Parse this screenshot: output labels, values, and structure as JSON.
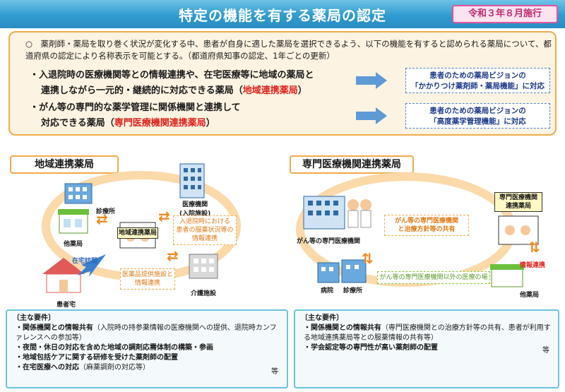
{
  "header": {
    "title": "特定の機能を有する薬局の認定",
    "date_badge": "令和３年８月施行"
  },
  "intro": {
    "text": "○　薬剤師・薬局を取り巻く状況が変化する中、患者が自身に適した薬局を選択できるよう、以下の機能を有すると認められる薬局について、都道府県の認定により名称表示を可能とする。（都道府県知事の認定、1年ごとの更新）",
    "function1_line1": "・入退院時の医療機関等との情報連携や、在宅医療等に地域の薬局と",
    "function1_line2": "連携しながら一元的・継続的に対応できる薬局（",
    "function1_name": "地域連携薬局",
    "function1_close": "）",
    "function2_line1": "・がん等の専門的な薬学管理に関係機関と連携して",
    "function2_line2": "対応できる薬局（",
    "function2_name": "専門医療機関連携薬局",
    "function2_close": "）",
    "vision1_line1": "患者のための薬局ビジョンの",
    "vision1_line2": "「かかりつけ薬剤師・薬局機能」に対応",
    "vision2_line1": "患者のための薬局ビジョンの",
    "vision2_line2": "「高度薬学管理機能」に対応"
  },
  "left": {
    "label": "地域連携薬局",
    "clinic": "診療所",
    "hospital_line1": "医療機関",
    "hospital_line2": "(入院施設)",
    "pharmacy_top": "他薬局",
    "pharmacy_center": "地域連携薬局",
    "home_care": "在宅訪問",
    "patient_home": "患者宅",
    "care_facility": "介護施設",
    "note_admission_line1": "入退院時における",
    "note_admission_line2": "患者の服薬状況等の",
    "note_admission_line3": "情報連携",
    "note_medicine_line1": "医薬品提供施設と",
    "note_medicine_line2": "情報連携"
  },
  "right": {
    "label": "専門医療機関連携薬局",
    "cancer_hospital": "がん等の専門医療機関",
    "note_share_line1": "がん等の専門医療機関",
    "note_share_line2": "と治療方針等の共有",
    "pharmacy_line1": "専門医療機関",
    "pharmacy_line2": "連携薬局",
    "hospital": "病院",
    "clinic": "診療所",
    "note_other": "がん等の専門医療機関以外の医療の場",
    "info_link": "情報連携",
    "other_pharmacy": "他薬局"
  },
  "req_left": {
    "heading": "〔主な要件〕",
    "item1_title": "・関係機関との情報共有",
    "item1_desc": "（入院時の持参薬情報の医療機関への提供、退院時カンファレンスへの参加等）",
    "item2": "・夜間・休日の対応を含めた地域の調剤応需体制の構築・参画",
    "item3": "・地域包括ケアに関する研修を受けた薬剤師の配置",
    "item4_title": "・在宅医療への対応",
    "item4_desc": "（麻薬調剤の対応等）",
    "etc": "等"
  },
  "req_right": {
    "heading": "〔主な要件〕",
    "item1_title": "・関係機関との情報共有",
    "item1_desc": "（専門医療機関との治療方針等の共有、患者が利用する地域連携薬局等との服薬情報の共有等）",
    "item2": "・学会認定等の専門性が高い薬剤師の配置",
    "etc": "等"
  },
  "colors": {
    "header_blue": "#2f9bd0",
    "accent_orange": "#f0ab4a",
    "red_text": "#e0211a",
    "badge_pink": "#e2559a",
    "req_border": "#69c4dc"
  }
}
